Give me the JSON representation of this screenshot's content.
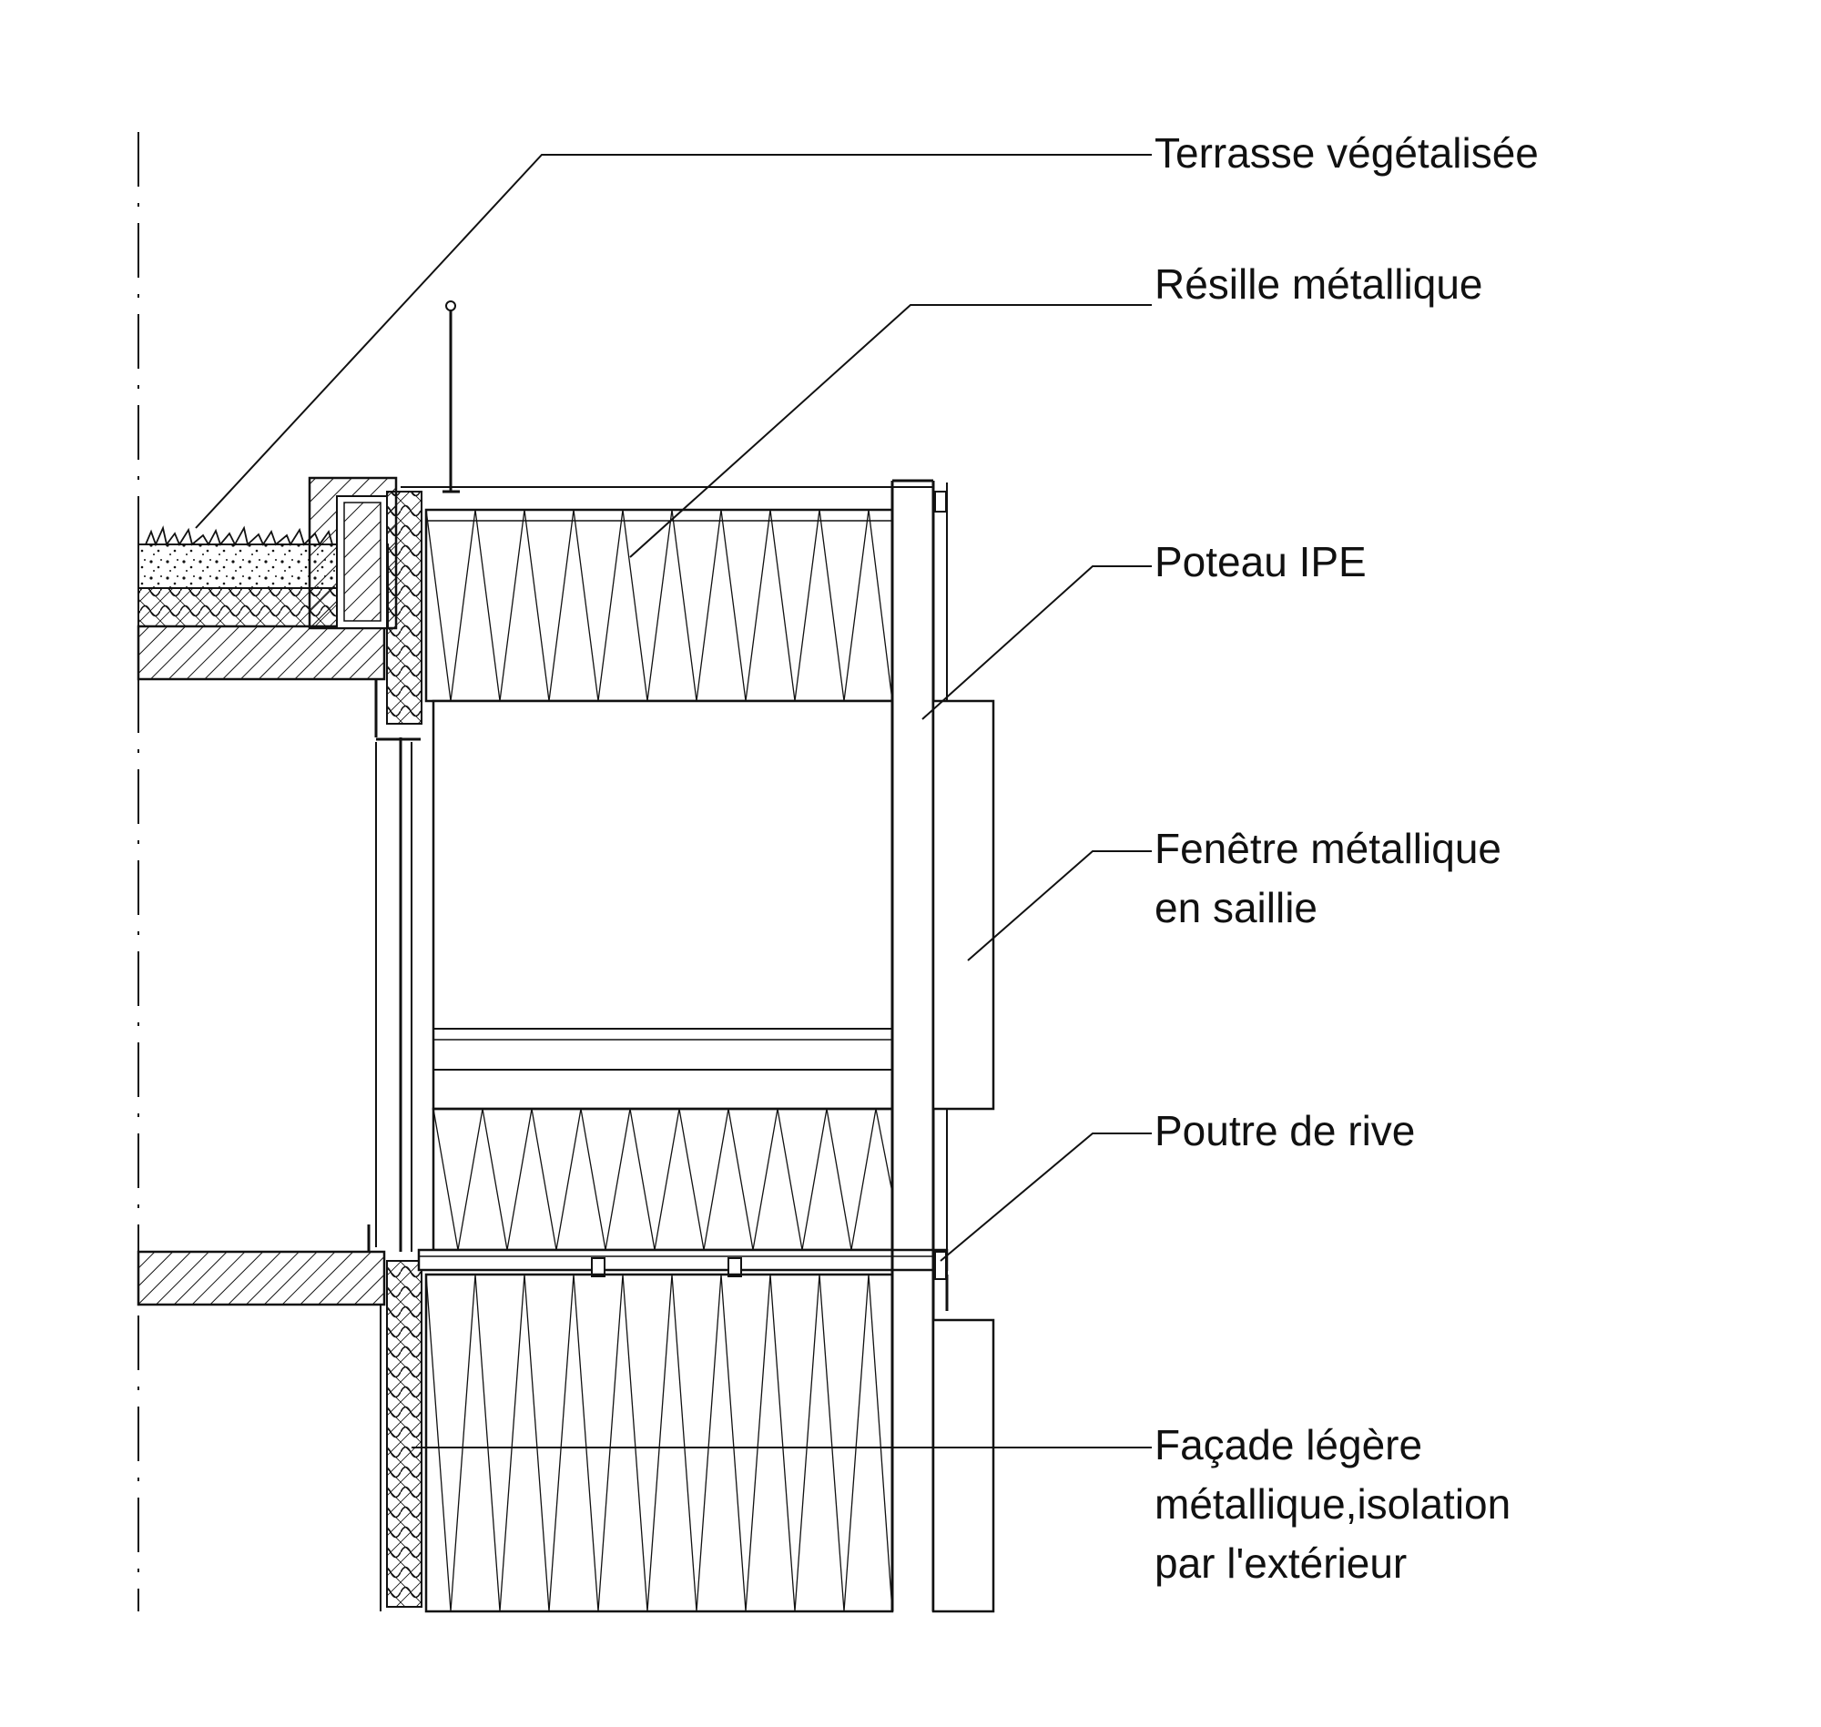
{
  "labels": {
    "terrasse": "Terrasse végétalisée",
    "resille": "Résille métallique",
    "poteau": "Poteau IPE",
    "fenetre_l1": "Fenêtre métallique",
    "fenetre_l2": "en saillie",
    "poutre": "Poutre de rive",
    "facade_l1": "Façade légère",
    "facade_l2": "métallique,isolation",
    "facade_l3": "par l'extérieur"
  },
  "colors": {
    "ink": "#111111",
    "background": "#ffffff"
  }
}
